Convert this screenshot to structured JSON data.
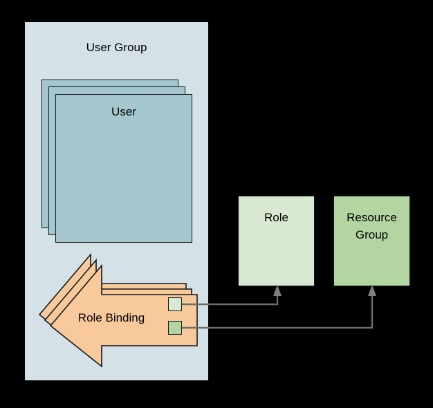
{
  "diagram": {
    "title_group": "User Group",
    "background_color": "#000000",
    "nodes": {
      "user_group": {
        "label": "User Group",
        "fill": "#d4e1e6",
        "shape": "container"
      },
      "user": {
        "label": "User",
        "fill": "#a6c6cd",
        "stroke": "#11181c",
        "shape": "stacked-rectangle",
        "stack_count": 3
      },
      "role_binding": {
        "label": "Role Binding",
        "fill": "#f8c99b",
        "stroke": "#11181c",
        "shape": "stacked-arrow-left",
        "stack_count": 3
      },
      "role": {
        "label": "Role",
        "fill": "#d9e8d0",
        "stroke": "#11181c",
        "shape": "rectangle"
      },
      "resource_group": {
        "label": "Resource Group",
        "label_line1": "Resource",
        "label_line2": "Group",
        "fill": "#b2d5a1",
        "stroke": "#11181c",
        "shape": "rectangle"
      }
    },
    "ports": [
      {
        "name": "role-port",
        "fill": "#d9e8d0"
      },
      {
        "name": "resource-group-port",
        "fill": "#b2d5a1"
      }
    ],
    "connectors": [
      {
        "name": "rolebinding-to-role",
        "from": "role-port",
        "to": "role",
        "color": "#6d6d6d",
        "arrowhead": "up"
      },
      {
        "name": "rolebinding-to-resource-group",
        "from": "resource-group-port",
        "to": "resource_group",
        "color": "#6d6d6d",
        "arrowhead": "up"
      }
    ]
  }
}
